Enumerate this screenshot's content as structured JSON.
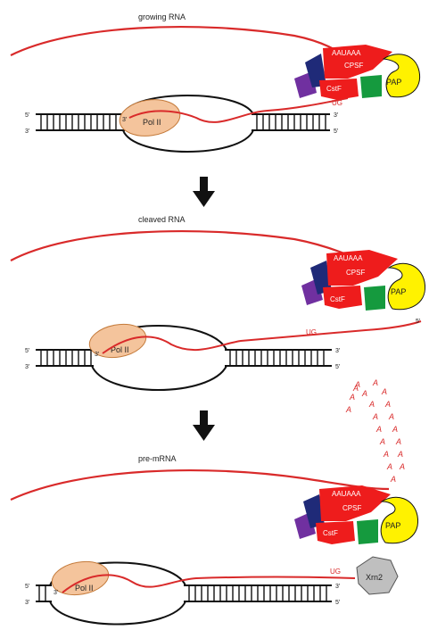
{
  "panels": [
    {
      "id": "panel-1",
      "rna_label": "growing RNA",
      "signal_label": "AAUAAA",
      "ug_label": "UG",
      "complex": {
        "cpsf": "CPSF",
        "cstf": "CstF",
        "pap": "PAP"
      },
      "pol_label": "Pol II",
      "end_labels": {
        "top_left": "5'",
        "bottom_left": "3'",
        "top_right": "3'",
        "bottom_right": "5'",
        "rna_3prime": "3'"
      }
    },
    {
      "id": "panel-2",
      "rna_label": "cleaved RNA",
      "signal_label": "AAUAAA",
      "ug_label": "UG",
      "complex": {
        "cpsf": "CPSF",
        "cstf": "CstF",
        "pap": "PAP"
      },
      "pol_label": "Pol II",
      "end_labels": {
        "top_left": "5'",
        "bottom_left": "3'",
        "top_right": "3'",
        "bottom_right": "5'",
        "rna_3prime": "3'",
        "free_rna_5prime": "5'"
      }
    },
    {
      "id": "panel-3",
      "rna_label": "pre-mRNA",
      "signal_label": "AAUAAA",
      "ug_label": "UG",
      "complex": {
        "cpsf": "CPSF",
        "cstf": "CstF",
        "pap": "PAP"
      },
      "pol_label": "Pol II",
      "exonuclease_label": "Xrn2",
      "poly_a_letter": "A",
      "end_labels": {
        "top_left": "5'",
        "bottom_left": "3'",
        "top_right": "3'",
        "bottom_right": "5'",
        "rna_3prime": "3'"
      }
    }
  ],
  "colors": {
    "rna": "#d92a2a",
    "dna": "#111111",
    "pol": "#f4c49c",
    "cpsf": "#ee1c1c",
    "cstf": "#ee1c1c",
    "pap": "#fff200",
    "green_factor": "#159a3e",
    "navy_factor": "#1f2a78",
    "purple_factor": "#7030a0",
    "xrn2": "#bfbfbf",
    "arrow": "#111111"
  }
}
